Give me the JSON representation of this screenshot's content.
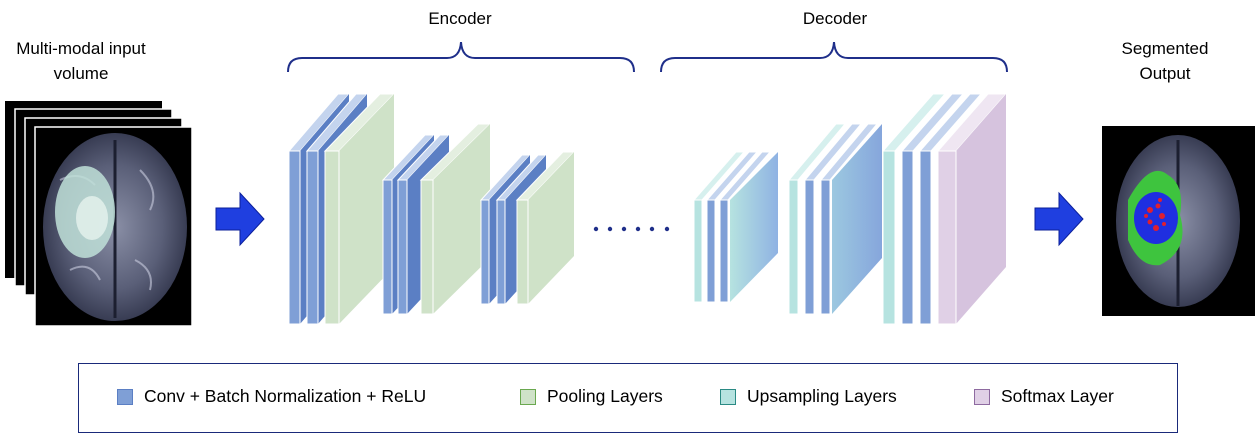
{
  "labels": {
    "input": "Multi-modal input volume",
    "encoder": "Encoder",
    "decoder": "Decoder",
    "output": "Segmented Output"
  },
  "legend": [
    {
      "label": "Conv + Batch Normalization + ReLU",
      "fill": "#7f9fd6",
      "border": "#5b7fc4"
    },
    {
      "label": "Pooling Layers",
      "fill": "#cfe2c8",
      "border": "#6aa84f"
    },
    {
      "label": "Upsampling Layers",
      "fill": "#b6e3e0",
      "border": "#2a8a84"
    },
    {
      "label": "Softmax Layer",
      "fill": "#e0d0e6",
      "border": "#8e6aa0"
    }
  ],
  "colors": {
    "conv": "#7f9fd6",
    "pool": "#cfe2c8",
    "upsample": "#b6e3e0",
    "softmax": "#e0d0e6",
    "arrow": "#1f3fe0",
    "brace": "#1f2f8a",
    "dots": "#1f2f8a"
  }
}
